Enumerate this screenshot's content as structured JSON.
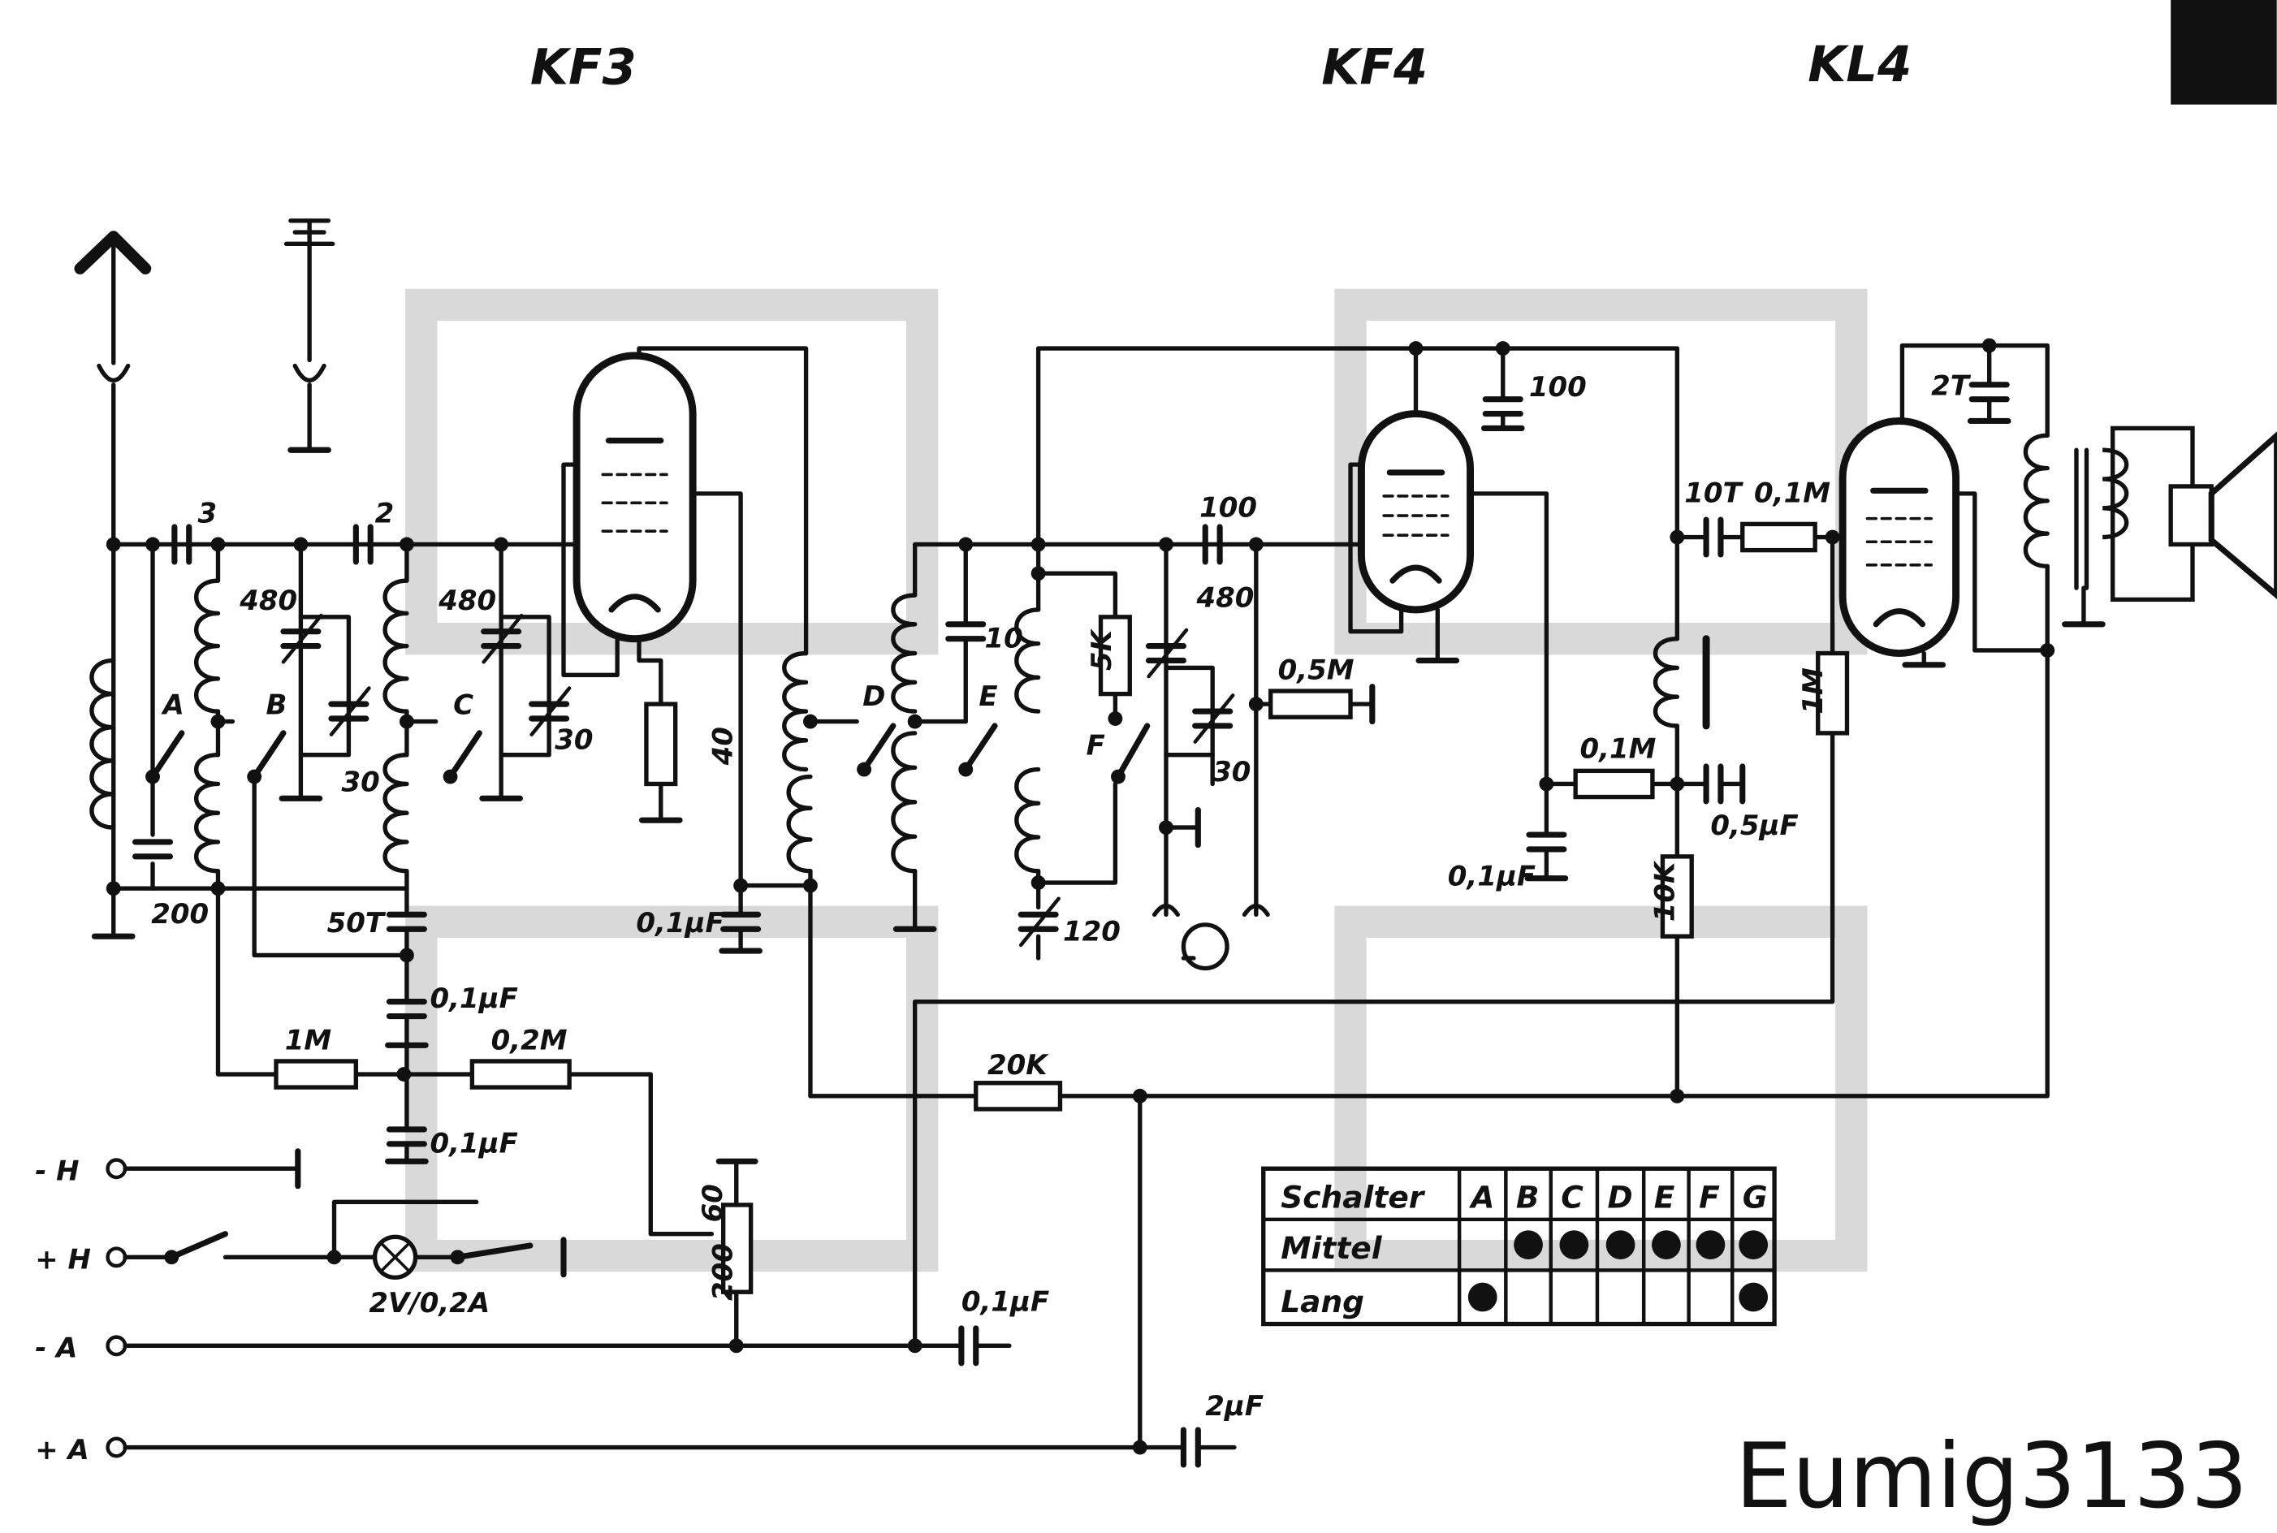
{
  "tubes": {
    "kf3": "KF3",
    "kf4": "KF4",
    "kl4": "KL4"
  },
  "model": "Eumig3133",
  "terminals": {
    "minus_h": "- H",
    "plus_h": "+ H",
    "minus_a": "- A",
    "plus_a": "+ A"
  },
  "components": {
    "c_3": "3",
    "c_2": "2",
    "trim_480_a": "480",
    "trim_30_a": "30",
    "trim_480_b": "480",
    "trim_30_b": "30",
    "sw_a": "A",
    "sw_b": "B",
    "sw_c": "C",
    "sw_d": "D",
    "sw_e": "E",
    "sw_f": "F",
    "c_200": "200",
    "c_50t": "50T",
    "c_01uf_a": "0,1µF",
    "c_01uf_b": "0,1µF",
    "c_01uf_c": "0,1µF",
    "c_01uf_d": "0,1µF",
    "c_01uf_e": "0,1µF",
    "r_1m_a": "1M",
    "r_02m": "0,2M",
    "r_40": "40",
    "c_10": "10",
    "r_5k": "5K",
    "trim_120": "120",
    "c_100_a": "100",
    "c_100_b": "100",
    "trim_480_c": "480",
    "trim_30_c": "30",
    "r_05m": "0,5M",
    "r_01m_a": "0,1M",
    "r_01m_b": "0,1M",
    "c_05uf": "0,5µF",
    "r_10k": "10K",
    "c_10t": "10T",
    "c_2t": "2T",
    "r_1m_b": "1M",
    "r_20k": "20K",
    "c_2uf": "2µF",
    "pot_60": "60",
    "pot_200": "200",
    "lamp": "2V/0,2A"
  },
  "switch_table": {
    "header": "Schalter",
    "columns": [
      "A",
      "B",
      "C",
      "D",
      "E",
      "F",
      "G"
    ],
    "rows": [
      {
        "label": "Mittel",
        "on": [
          false,
          true,
          true,
          true,
          true,
          true,
          true
        ]
      },
      {
        "label": "Lang",
        "on": [
          true,
          false,
          false,
          false,
          false,
          false,
          true
        ]
      }
    ]
  },
  "colors": {
    "ink": "#111111",
    "watermark": "#d9d9d9"
  }
}
